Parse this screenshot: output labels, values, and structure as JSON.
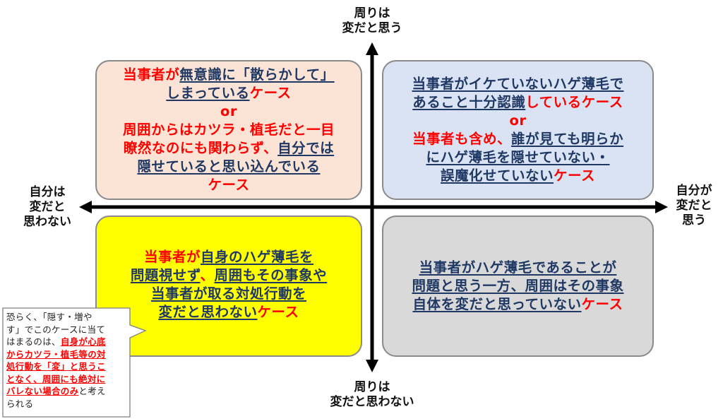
{
  "axes": {
    "top": [
      "周りは",
      "変だと思う"
    ],
    "bottom": [
      "周りは",
      "変だと思わない"
    ],
    "left": [
      "自分は",
      "変だと",
      "思わない"
    ],
    "right": [
      "自分が",
      "変だと",
      "思う"
    ]
  },
  "quadrants": {
    "top_left": {
      "l1": [
        "当事者が",
        "無意識に「散らかして」"
      ],
      "l2": [
        "しまっている",
        "ケース"
      ],
      "or": "or",
      "l4": "周囲からはカツラ・植毛だと一目",
      "l5": [
        "瞭然なのにも関わらず、",
        "自分では"
      ],
      "l6": "隠せていると思い込んでいる",
      "l7": "ケース"
    },
    "top_right": {
      "l1": "当事者がイケていないハゲ薄毛で",
      "l2": [
        "あること十分認識",
        "しているケース"
      ],
      "or": "or",
      "l4": [
        "当事者も含め、",
        "誰が見ても明らか"
      ],
      "l5": "にハゲ薄毛を隠せていない・",
      "l6": [
        "誤魔化せていない",
        "ケース"
      ]
    },
    "bottom_left": {
      "l1": [
        "当事者が",
        "自身のハゲ薄毛を"
      ],
      "l2": [
        "問題視せず",
        "、",
        "周囲もその事象や"
      ],
      "l3": "当事者が取る対処行動を",
      "l4": [
        "変だと思わない",
        "ケース"
      ]
    },
    "bottom_right": {
      "l1": "当事者がハゲ薄毛であることが",
      "l2": "問題と思う一方、周囲はその事象",
      "l3": [
        "自体を変だと思っていない",
        "ケース"
      ]
    }
  },
  "note": {
    "p1": "恐らく、「隠す・増や",
    "p2": "す」でこのケースに当て",
    "p3": "はまるのは、",
    "h1": "自身が心底",
    "h2": "からカツラ・植毛等の対",
    "h3": "処行動を「変」と思うこ",
    "h4": "となく、周囲にも絶対に",
    "h5": "バレない場合のみ",
    "p4": "と考え",
    "p5": "られる"
  },
  "colors": {
    "top_left_bg": "#fbe4d5",
    "top_right_bg": "#dae3f3",
    "bottom_left_bg": "#ffff00",
    "bottom_right_bg": "#d9d9d9",
    "red": "#ff0000",
    "navy": "#1f3864"
  }
}
